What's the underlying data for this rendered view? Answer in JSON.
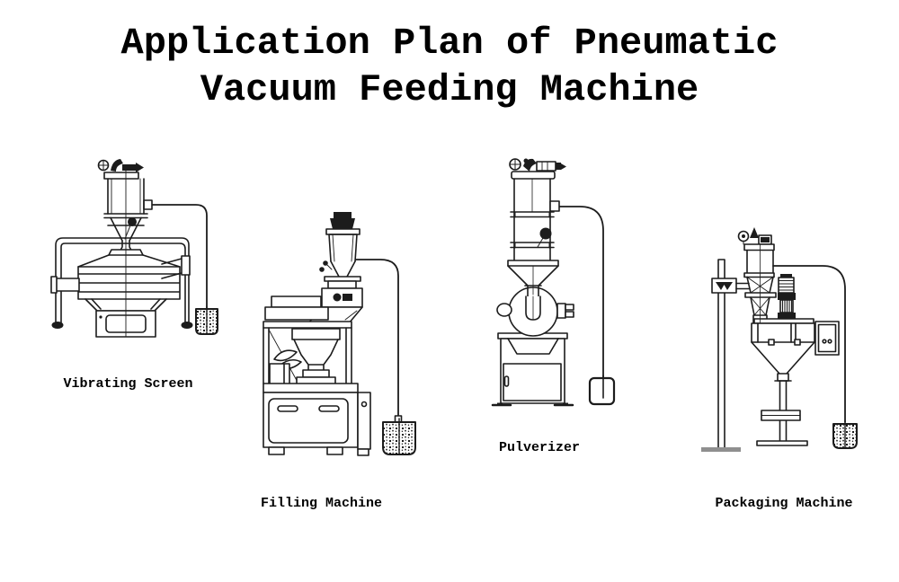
{
  "page": {
    "title_line1": "Application Plan of Pneumatic",
    "title_line2": "Vacuum Feeding Machine"
  },
  "machines": [
    {
      "id": "vibrating-screen",
      "label": "Vibrating Screen"
    },
    {
      "id": "filling-machine",
      "label": "Filling Machine"
    },
    {
      "id": "pulverizer",
      "label": "Pulverizer"
    },
    {
      "id": "packaging-machine",
      "label": "Packaging Machine"
    }
  ],
  "colors": {
    "ink": "#1c1c1c",
    "text": "#000000",
    "background": "#ffffff",
    "muted_gray": "#8f8f8f"
  }
}
